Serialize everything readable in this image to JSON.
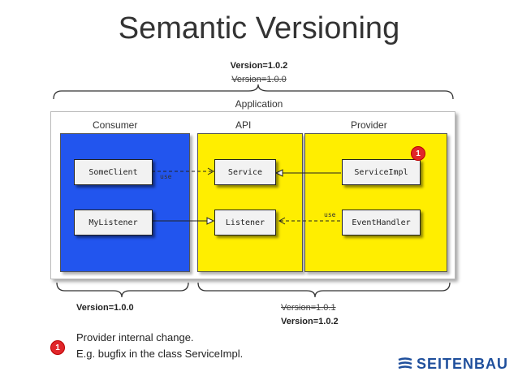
{
  "title": "Semantic Versioning",
  "app_version": {
    "current": "Version=1.0.2",
    "previous": "Version=1.0.0"
  },
  "application_label": "Application",
  "sections": {
    "consumer": "Consumer",
    "api": "API",
    "provider": "Provider"
  },
  "components": {
    "some_client": "SomeClient",
    "my_listener": "MyListener",
    "service": "Service",
    "listener": "Listener",
    "service_impl": "ServiceImpl",
    "event_handler": "EventHandler"
  },
  "use_labels": {
    "top": "use",
    "bottom": "use"
  },
  "consumer_version": "Version=1.0.0",
  "api_provider_version": {
    "previous": "Version=1.0.1",
    "current": "Version=1.0.2"
  },
  "badge_number": "1",
  "note": {
    "line1": "Provider internal change.",
    "line2": "E.g. bugfix in the class ServiceImpl."
  },
  "logo_text": "SEITENBAU",
  "colors": {
    "consumer_blue": "#2255ee",
    "yellow": "#ffee00",
    "badge_red": "#e0262a",
    "logo_blue": "#1f4f9c"
  }
}
